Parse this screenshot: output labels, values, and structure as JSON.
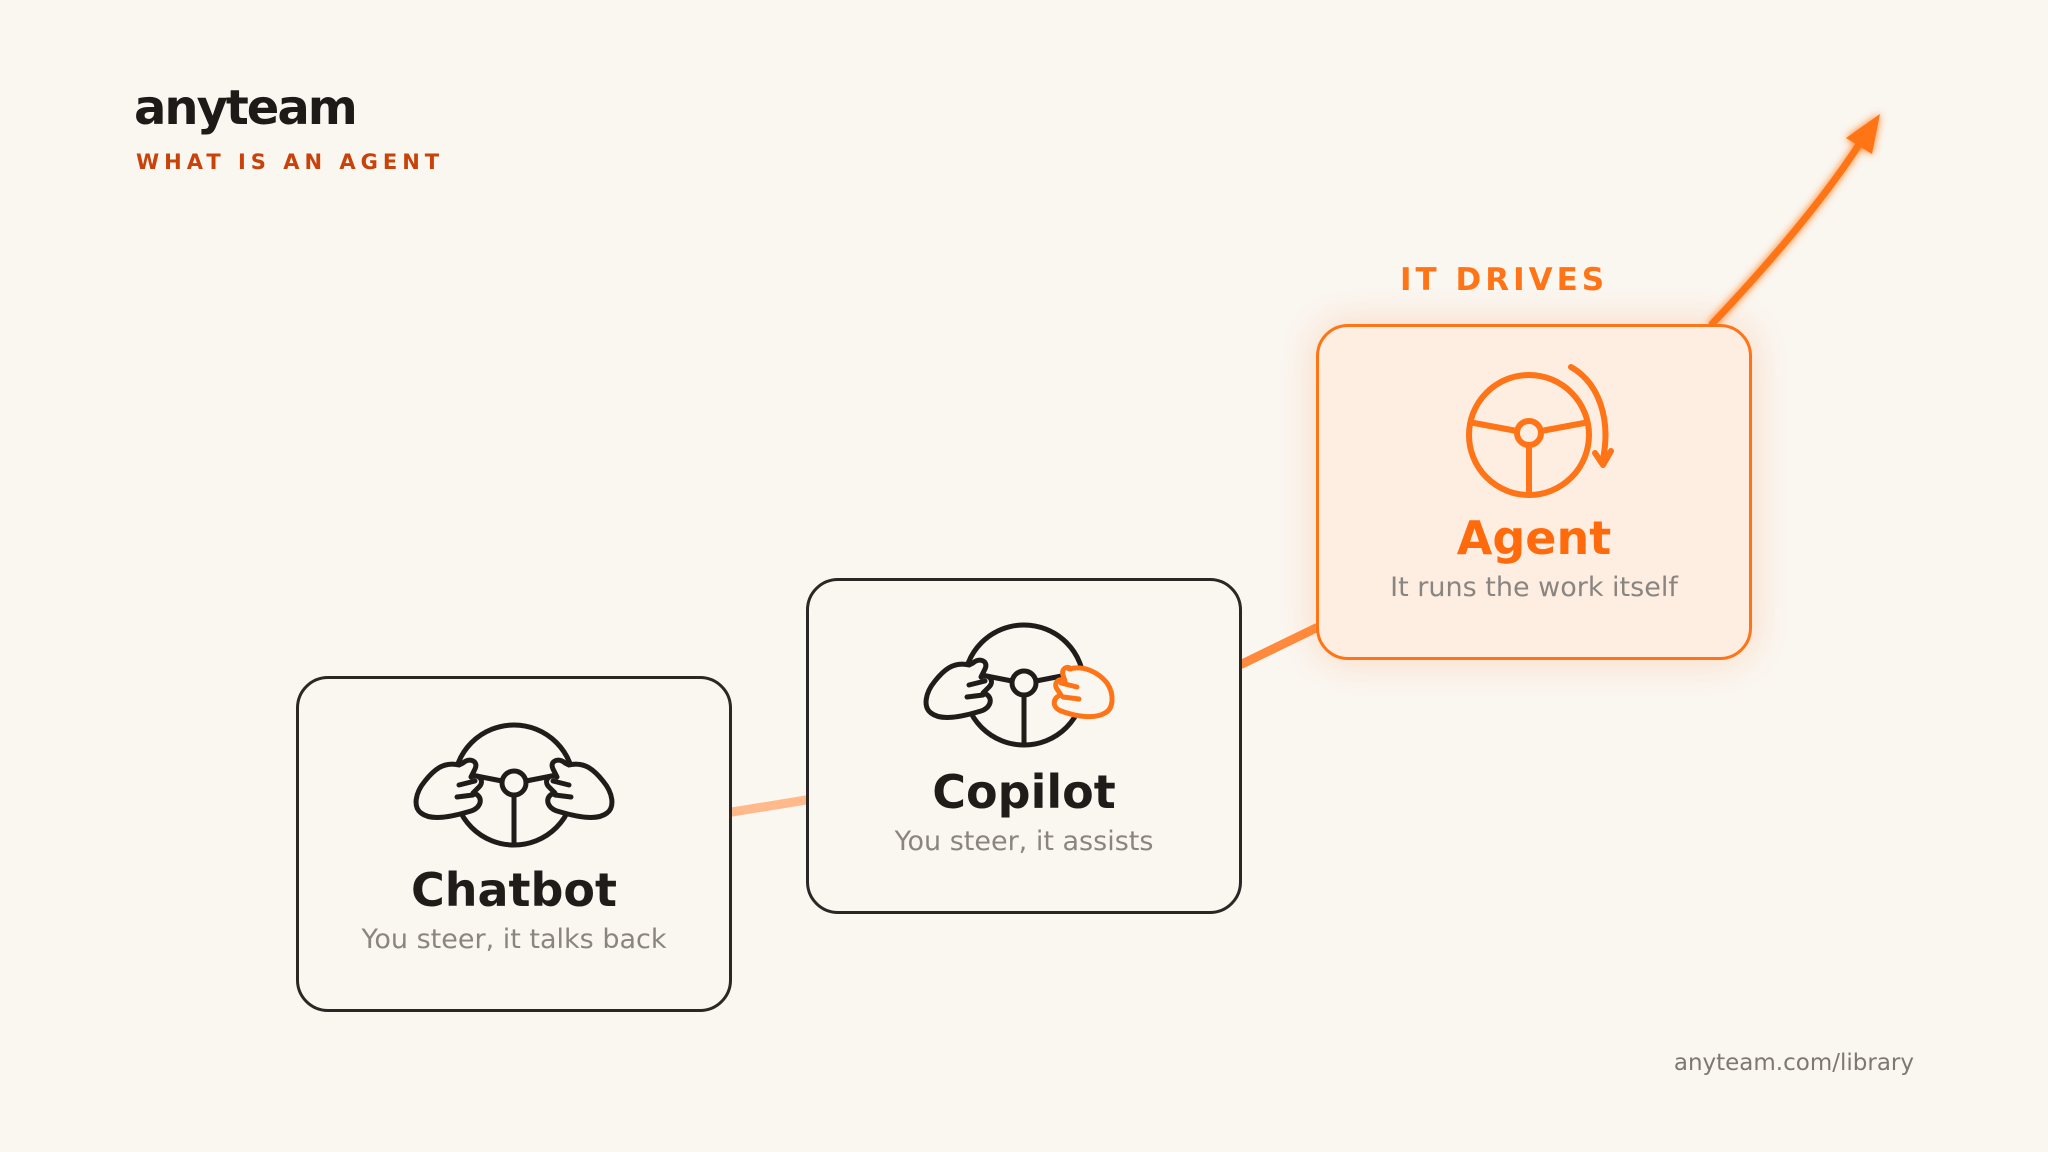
{
  "brand": "anyteam",
  "subtitle": "WHAT IS AN AGENT",
  "highlight_label": "IT DRIVES",
  "cards": [
    {
      "title": "Chatbot",
      "description": "You steer, it talks back",
      "icon": "steering-wheel-two-hands-icon"
    },
    {
      "title": "Copilot",
      "description": "You steer, it assists",
      "icon": "steering-wheel-shared-hands-icon"
    },
    {
      "title": "Agent",
      "description": "It runs the work itself",
      "icon": "steering-wheel-autonomous-icon"
    }
  ],
  "footer": "anyteam.com/library",
  "colors": {
    "background": "#faf6f0",
    "accent": "#ff7417",
    "accent_light": "#ffb98a",
    "ink": "#1f1c1a",
    "muted": "#8a8580",
    "subtitle": "#c8420a"
  }
}
